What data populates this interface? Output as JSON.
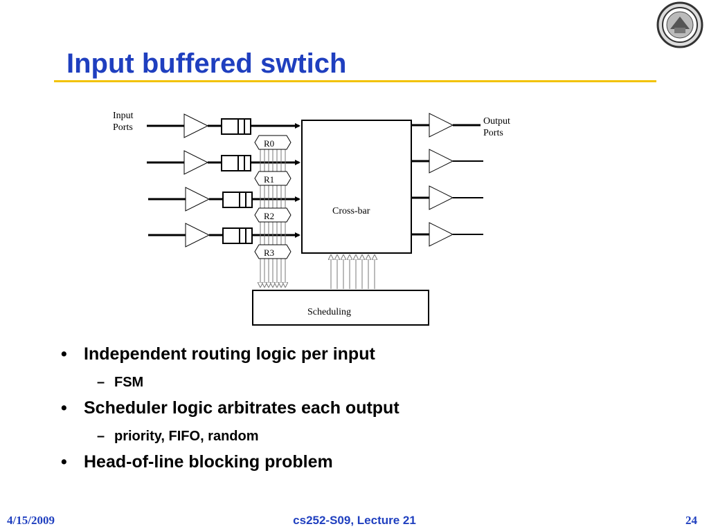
{
  "slide": {
    "title": "Input buffered swtich",
    "footer_date": "4/15/2009",
    "footer_course": "cs252-S09, Lecture 21",
    "footer_page": "24",
    "logo_icon": "university-seal-icon"
  },
  "diagram": {
    "input_label_line1": "Input",
    "input_label_line2": "Ports",
    "output_label_line1": "Output",
    "output_label_line2": "Ports",
    "routers": [
      "R0",
      "R1",
      "R2",
      "R3"
    ],
    "crossbar_label": "Cross-bar",
    "scheduler_label": "Scheduling"
  },
  "bullets": {
    "b1": "Independent routing logic per input",
    "b1_sub": "FSM",
    "b2": "Scheduler logic arbitrates each output",
    "b2_sub": "priority, FIFO, random",
    "b3": "Head-of-line blocking problem"
  },
  "colors": {
    "title": "#1f3fbf",
    "rule": "#f2c200"
  }
}
